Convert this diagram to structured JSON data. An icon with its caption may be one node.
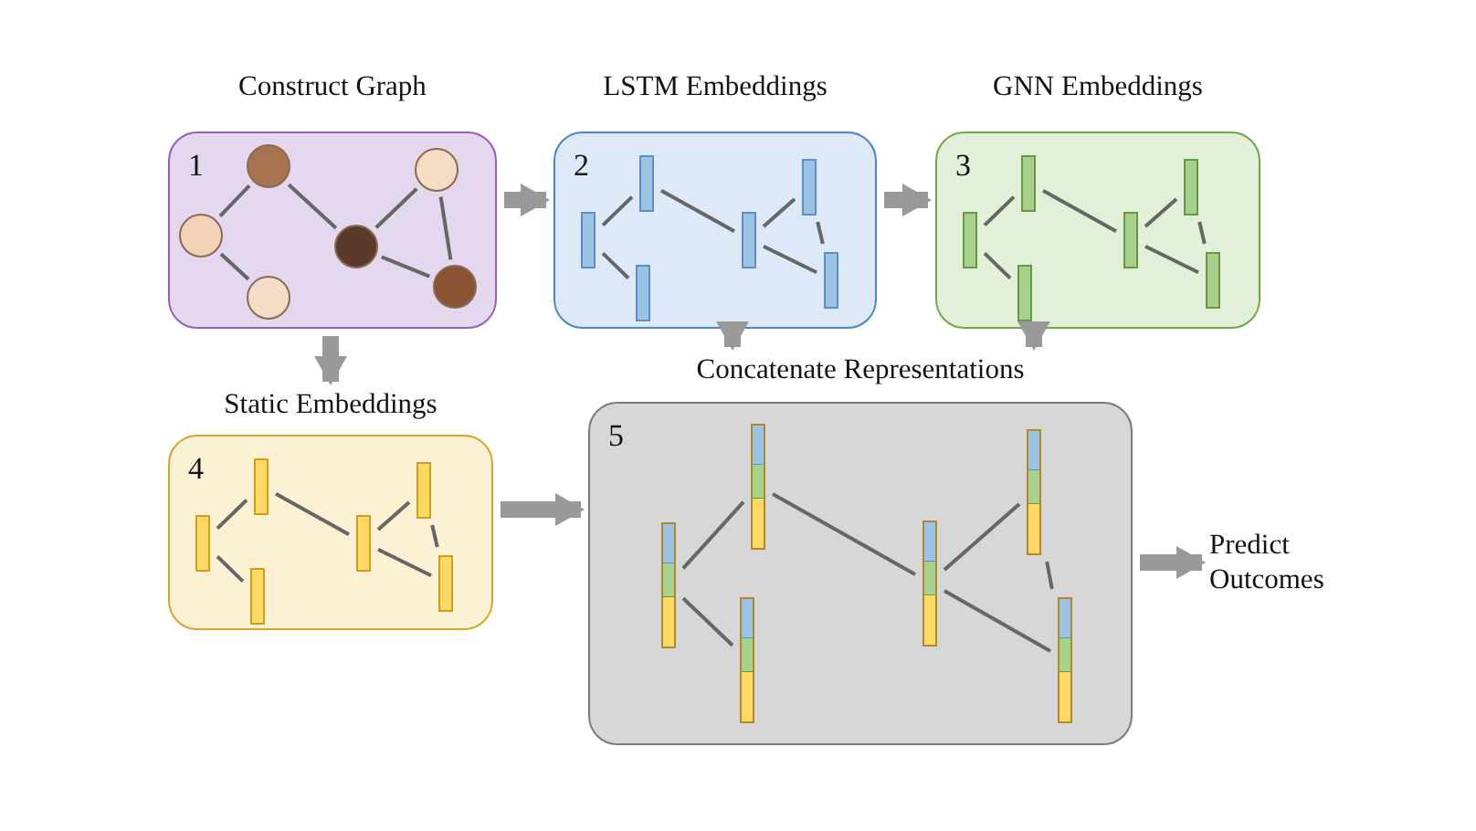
{
  "diagram": {
    "nodes": [
      {
        "text": [
          "Construct Graph",
          "1"
        ]
      },
      {
        "text": [],
        "shape": "person",
        "in": 0
      },
      {
        "text": [],
        "shape": "person",
        "in": 0
      },
      {
        "text": [],
        "shape": "person",
        "in": 0
      },
      {
        "text": [],
        "shape": "person",
        "in": 0
      },
      {
        "text": [],
        "shape": "person",
        "in": 0
      },
      {
        "text": [],
        "shape": "person",
        "in": 0
      },
      {
        "text": [
          "LSTM Embeddings",
          "2"
        ]
      },
      {
        "text": [],
        "shape": "bar",
        "in": 7
      },
      {
        "text": [],
        "shape": "bar",
        "in": 7
      },
      {
        "text": [],
        "shape": "bar",
        "in": 7
      },
      {
        "text": [],
        "shape": "bar",
        "in": 7
      },
      {
        "text": [],
        "shape": "bar",
        "in": 7
      },
      {
        "text": [],
        "shape": "bar",
        "in": 7
      },
      {
        "text": [
          "GNN Embeddings",
          "3"
        ]
      },
      {
        "text": [],
        "shape": "bar",
        "in": 14
      },
      {
        "text": [],
        "shape": "bar",
        "in": 14
      },
      {
        "text": [],
        "shape": "bar",
        "in": 14
      },
      {
        "text": [],
        "shape": "bar",
        "in": 14
      },
      {
        "text": [],
        "shape": "bar",
        "in": 14
      },
      {
        "text": [],
        "shape": "bar",
        "in": 14
      },
      {
        "text": [
          "Static Embeddings",
          "4"
        ]
      },
      {
        "text": [],
        "shape": "bar",
        "in": 21
      },
      {
        "text": [],
        "shape": "bar",
        "in": 21
      },
      {
        "text": [],
        "shape": "bar",
        "in": 21
      },
      {
        "text": [],
        "shape": "bar",
        "in": 21
      },
      {
        "text": [],
        "shape": "bar",
        "in": 21
      },
      {
        "text": [],
        "shape": "bar",
        "in": 21
      },
      {
        "text": [
          "Concatenate Representations",
          "5"
        ]
      },
      {
        "text": [],
        "shape": "bar",
        "in": 28
      },
      {
        "text": [],
        "shape": "bar",
        "in": 28
      },
      {
        "text": [],
        "shape": "bar",
        "in": 28
      },
      {
        "text": [],
        "shape": "bar",
        "in": 28
      },
      {
        "text": [],
        "shape": "bar",
        "in": 28
      },
      {
        "text": [],
        "shape": "bar",
        "in": 28
      },
      {
        "text": [
          "Predict Outcomes"
        ]
      }
    ],
    "edges": [
      {
        "from": 0,
        "to": 7,
        "arrow": "to",
        "style": "thick",
        "color": "#999999"
      },
      {
        "from": 7,
        "to": 14,
        "arrow": "to",
        "style": "thick",
        "color": "#999999"
      },
      {
        "from": 0,
        "to": 21,
        "arrow": "to",
        "style": "thick",
        "color": "#999999"
      },
      {
        "from": 7,
        "to": 28,
        "arrow": "to",
        "style": "thick",
        "color": "#999999"
      },
      {
        "from": 14,
        "to": 28,
        "arrow": "to",
        "style": "thick",
        "color": "#999999"
      },
      {
        "from": 21,
        "to": 28,
        "arrow": "to",
        "style": "thick",
        "color": "#999999"
      },
      {
        "from": 28,
        "to": 35,
        "arrow": "to",
        "style": "thick",
        "color": "#999999"
      },
      {
        "from": 1,
        "to": 2,
        "arrow": "none"
      },
      {
        "from": 1,
        "to": 3,
        "arrow": "none"
      },
      {
        "from": 2,
        "to": 4,
        "arrow": "none"
      },
      {
        "from": 4,
        "to": 5,
        "arrow": "none"
      },
      {
        "from": 5,
        "to": 6,
        "arrow": "none"
      },
      {
        "from": 4,
        "to": 6,
        "arrow": "none"
      },
      {
        "from": 8,
        "to": 9,
        "arrow": "none"
      },
      {
        "from": 8,
        "to": 10,
        "arrow": "none"
      },
      {
        "from": 9,
        "to": 11,
        "arrow": "none"
      },
      {
        "from": 11,
        "to": 12,
        "arrow": "none"
      },
      {
        "from": 12,
        "to": 13,
        "arrow": "none"
      },
      {
        "from": 11,
        "to": 13,
        "arrow": "none"
      },
      {
        "from": 15,
        "to": 16,
        "arrow": "none"
      },
      {
        "from": 15,
        "to": 17,
        "arrow": "none"
      },
      {
        "from": 16,
        "to": 18,
        "arrow": "none"
      },
      {
        "from": 18,
        "to": 19,
        "arrow": "none"
      },
      {
        "from": 19,
        "to": 20,
        "arrow": "none"
      },
      {
        "from": 18,
        "to": 20,
        "arrow": "none"
      },
      {
        "from": 22,
        "to": 23,
        "arrow": "none"
      },
      {
        "from": 22,
        "to": 24,
        "arrow": "none"
      },
      {
        "from": 23,
        "to": 25,
        "arrow": "none"
      },
      {
        "from": 25,
        "to": 26,
        "arrow": "none"
      },
      {
        "from": 26,
        "to": 27,
        "arrow": "none"
      },
      {
        "from": 25,
        "to": 27,
        "arrow": "none"
      },
      {
        "from": 29,
        "to": 30,
        "arrow": "none"
      },
      {
        "from": 29,
        "to": 31,
        "arrow": "none"
      },
      {
        "from": 30,
        "to": 32,
        "arrow": "none"
      },
      {
        "from": 32,
        "to": 33,
        "arrow": "none"
      },
      {
        "from": 33,
        "to": 34,
        "arrow": "none"
      },
      {
        "from": 32,
        "to": 34,
        "arrow": "none"
      }
    ]
  }
}
